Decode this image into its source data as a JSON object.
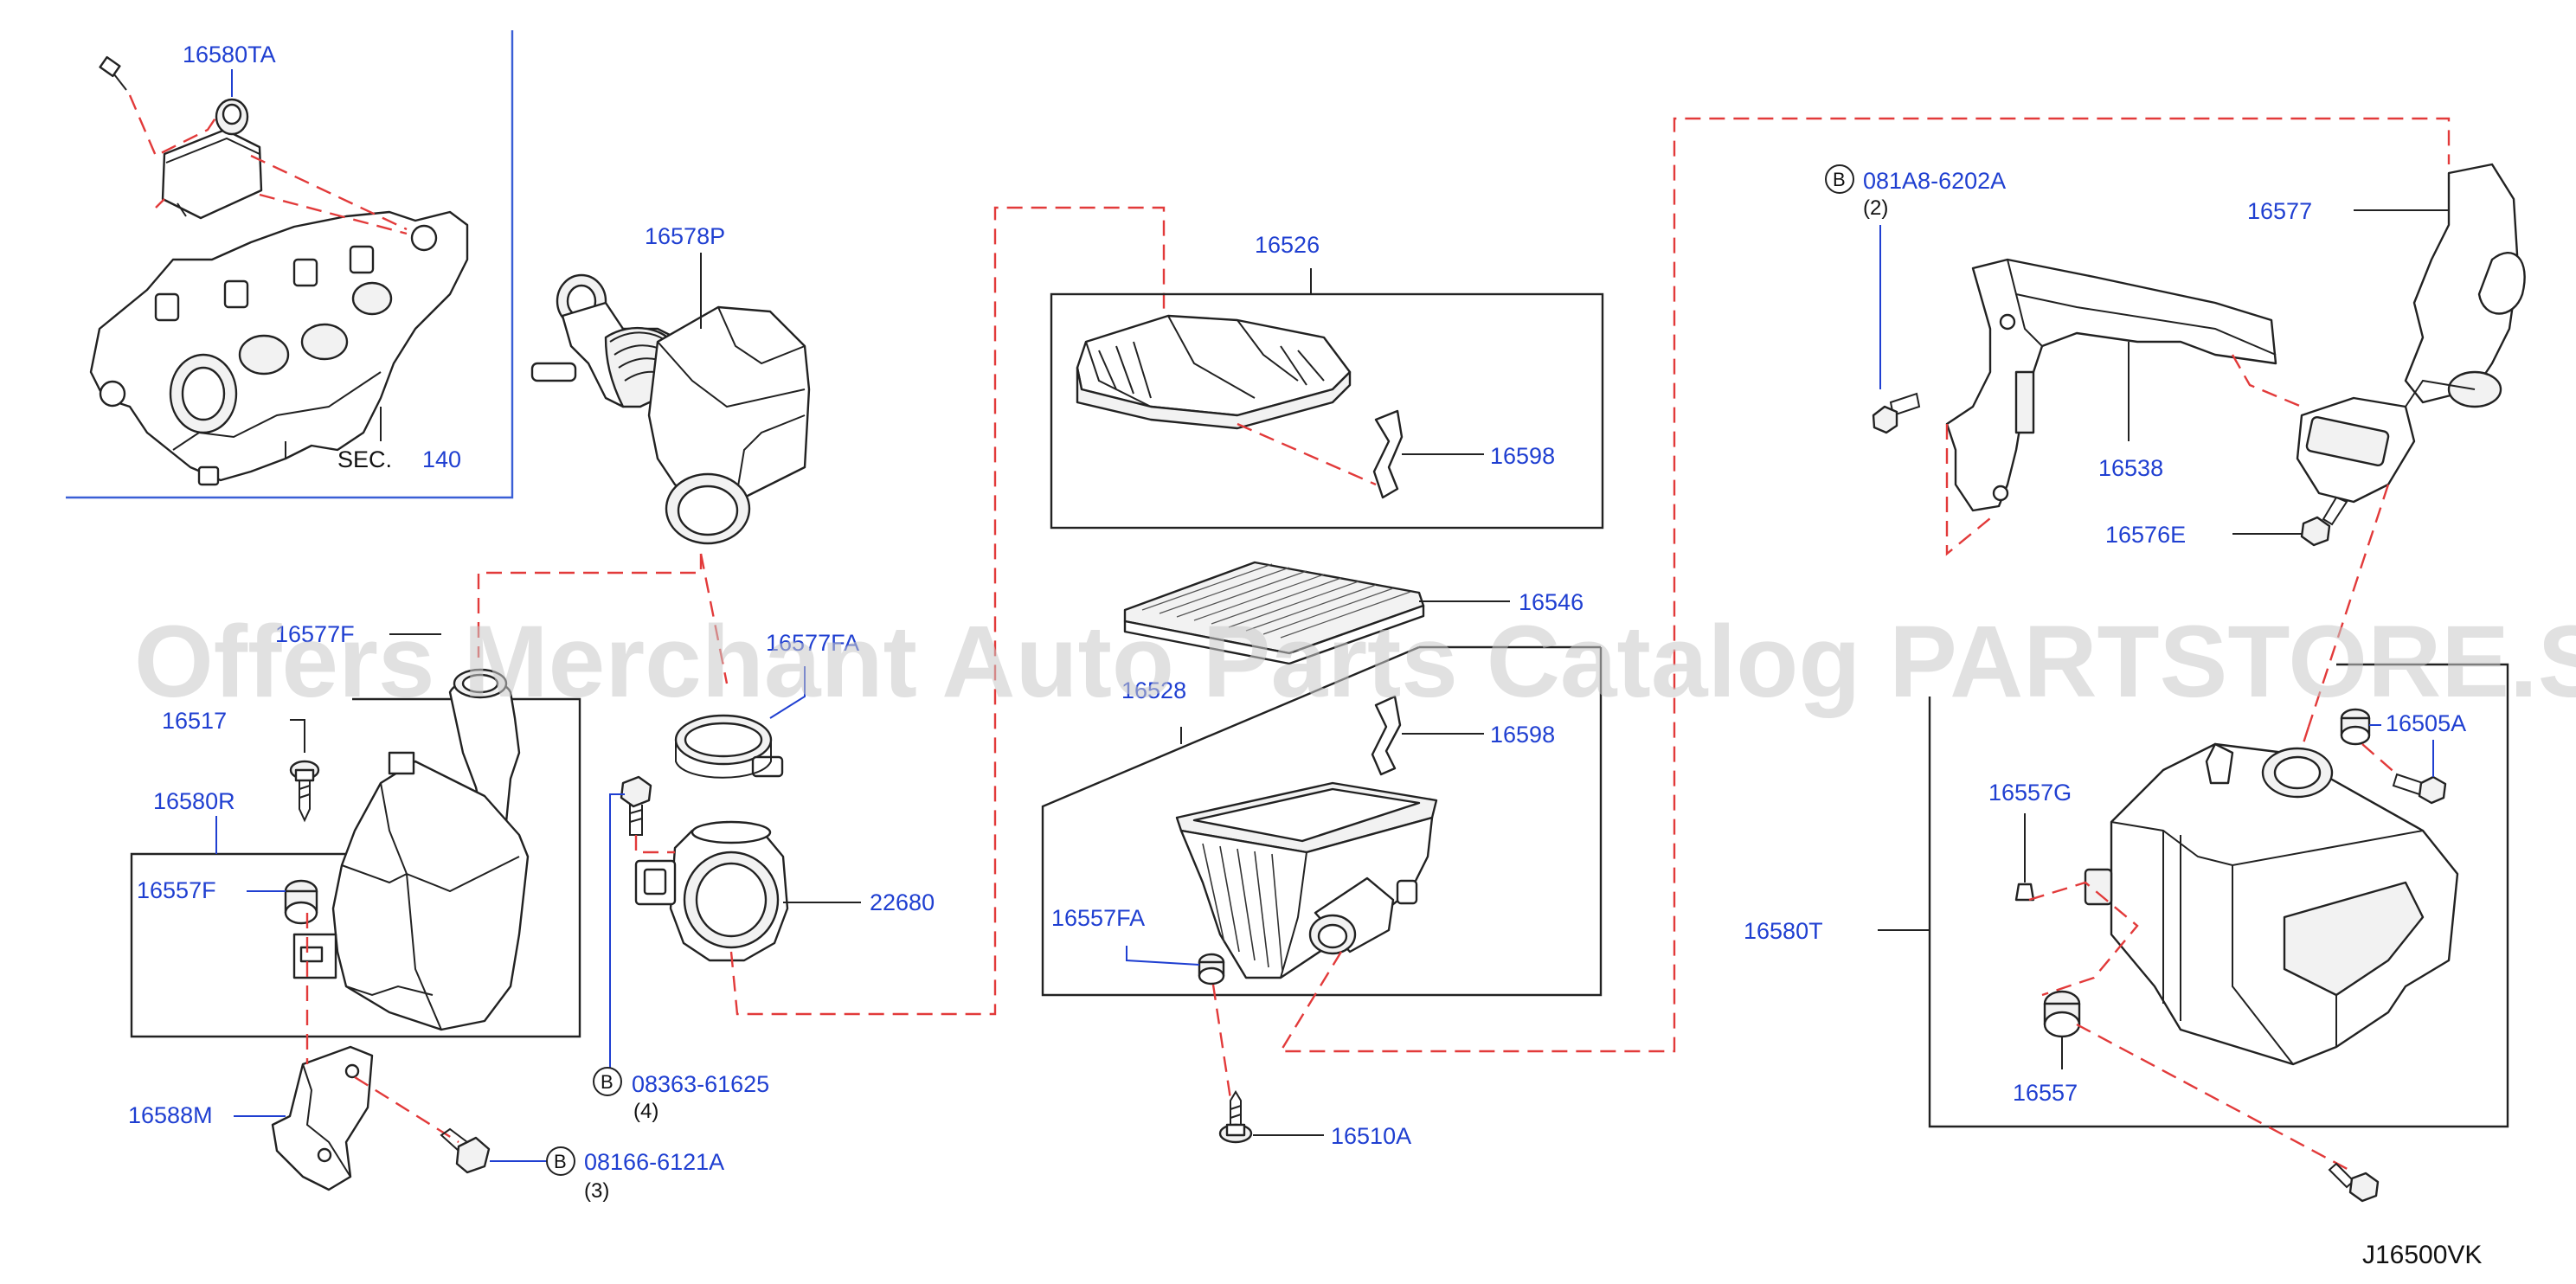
{
  "labels": {
    "p16580TA": "16580TA",
    "sec": "SEC.",
    "sec_num": "140",
    "p16578P": "16578P",
    "p16526": "16526",
    "p16598a": "16598",
    "p16546": "16546",
    "p16528": "16528",
    "p16598b": "16598",
    "p16557FA": "16557FA",
    "p16510A": "16510A",
    "p16577F": "16577F",
    "p16577FA": "16577FA",
    "p16517": "16517",
    "p16580R": "16580R",
    "p16557F": "16557F",
    "p22680": "22680",
    "p08363": "08363-61625",
    "q08363": "(4)",
    "p16588M": "16588M",
    "p08166": "08166-6121A",
    "q08166": "(3)",
    "p081A8": "081A8-6202A",
    "q081A8": "(2)",
    "p16577": "16577",
    "p16538": "16538",
    "p16576E": "16576E",
    "p16505A": "16505A",
    "p16557G": "16557G",
    "p16580T": "16580T",
    "p16557": "16557",
    "bolt_marker": "B"
  },
  "watermark": "Offers Merchant Auto Parts Catalog PARTSTORE.SA",
  "diagram_code": "J16500VK",
  "colors": {
    "part_number": "#1f3fd1",
    "dashed_guide": "#e23a3a",
    "outline": "#222222",
    "watermark": "#c8c8c8"
  }
}
